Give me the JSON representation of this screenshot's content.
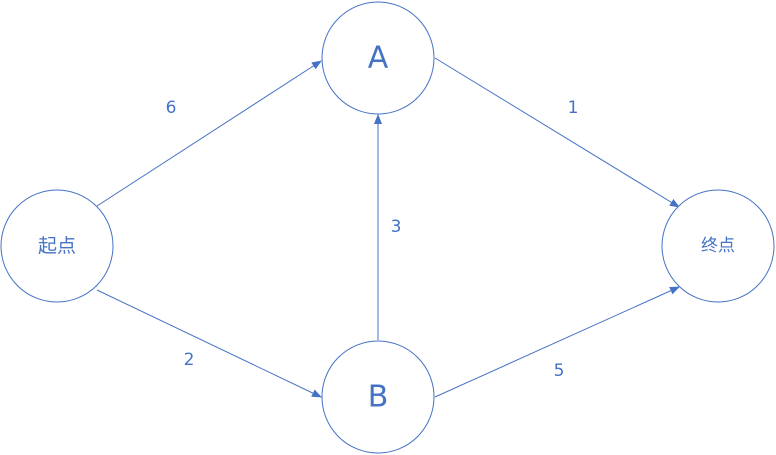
{
  "colors": {
    "stroke": "#4472c4",
    "text": "#4472c4",
    "background": "#ffffff"
  },
  "nodes": {
    "start": {
      "label": "起点"
    },
    "a": {
      "label": "A"
    },
    "b": {
      "label": "B"
    },
    "end": {
      "label": "终点"
    }
  },
  "edges": [
    {
      "from": "start",
      "to": "a",
      "weight": "6"
    },
    {
      "from": "start",
      "to": "b",
      "weight": "2"
    },
    {
      "from": "b",
      "to": "a",
      "weight": "3"
    },
    {
      "from": "a",
      "to": "end",
      "weight": "1"
    },
    {
      "from": "b",
      "to": "end",
      "weight": "5"
    }
  ]
}
